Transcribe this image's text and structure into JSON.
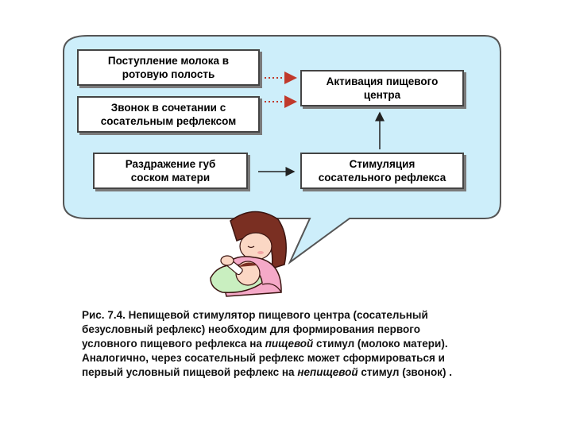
{
  "diagram": {
    "box_milk": "Поступление молока в\nротовую полость",
    "box_bell": "Звонок в сочетании с\nсосательным рефлексом",
    "box_lips": "Раздражение губ\nсоском матери",
    "box_activation": "Активация пищевого\nцентра",
    "box_stimulation": "Стимуляция\nсосательного рефлекса"
  },
  "caption": {
    "line1": "Рис. 7.4. Непищевой стимулятор пищевого центра (сосательный",
    "line2": "безусловный рефлекс) необходим для формирования первого",
    "line3_a": "условного пищевого рефлекса на ",
    "line3_em": "пищевой",
    "line3_b": " стимул (молоко матери).",
    "line4": "Аналогично, через сосательный рефлекс может сформироваться и",
    "line5_a": "первый условный пищевой рефлекс на ",
    "line5_em": "непищевой",
    "line5_b": " стимул (звонок) ."
  },
  "colors": {
    "bubble_fill": "#cdeefa",
    "bubble_stroke": "#555555",
    "dotted_arrow": "#c0392b"
  }
}
